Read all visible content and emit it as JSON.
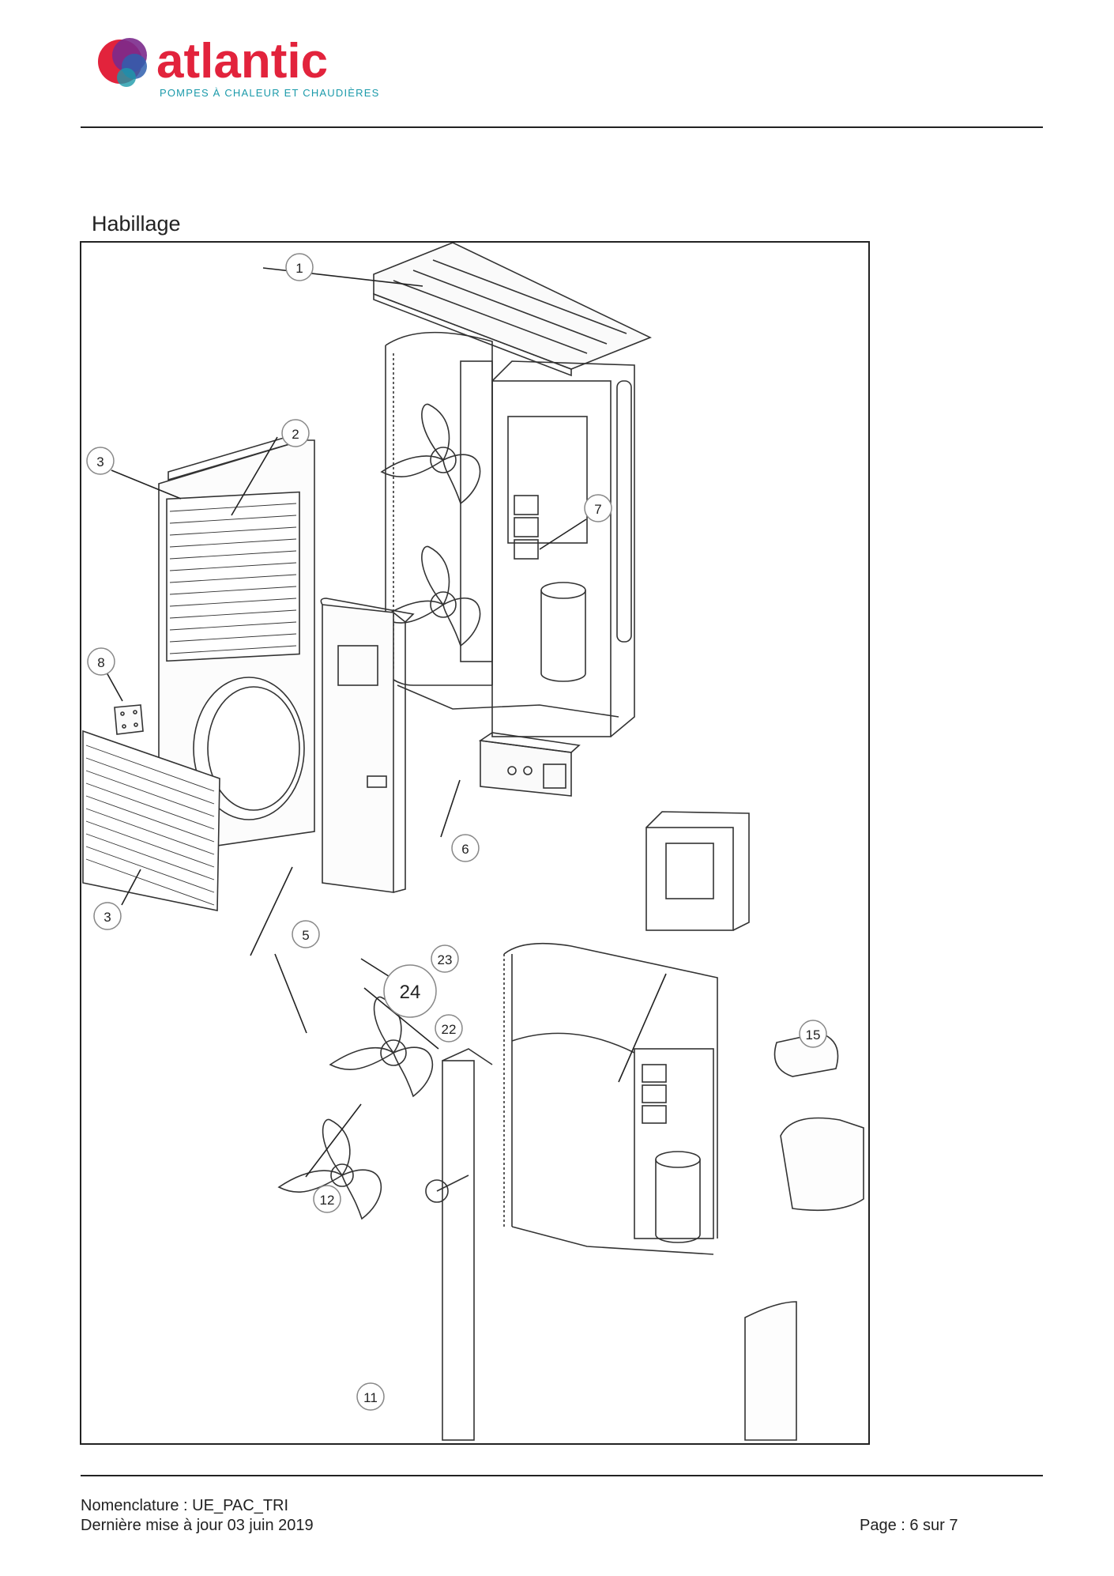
{
  "brand": {
    "name": "atlantic",
    "tagline": "POMPES À CHALEUR ET CHAUDIÈRES",
    "colors": {
      "red": "#e2233c",
      "purple": "#7b2a8c",
      "blue": "#2f5fae",
      "teal": "#1b9aaa"
    }
  },
  "section_title": "Habillage",
  "callouts": [
    "1",
    "2",
    "3",
    "7",
    "8",
    "3",
    "6",
    "5",
    "23",
    "24",
    "22",
    "15",
    "12",
    "11"
  ],
  "footer": {
    "nomenclature": "Nomenclature : UE_PAC_TRI",
    "updated": "Dernière mise à jour 03 juin 2019",
    "page": "Page : 6 sur 7"
  }
}
